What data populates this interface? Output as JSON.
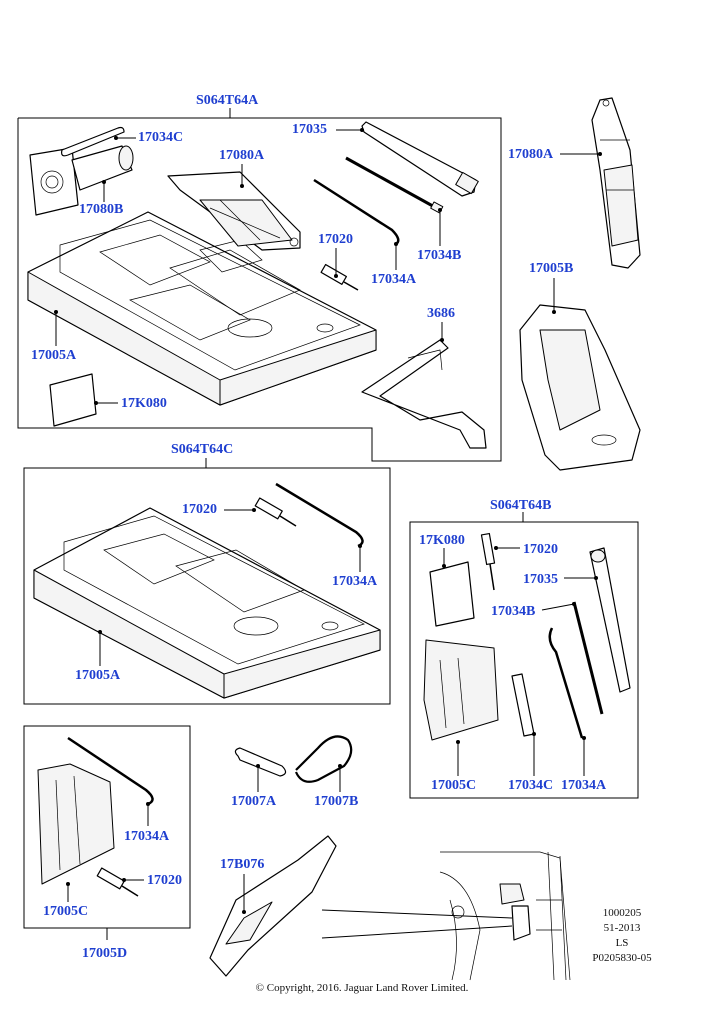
{
  "groups": {
    "g1": "S064T64A",
    "g2": "S064T64C",
    "g3": "S064T64B",
    "g4": "17005D"
  },
  "labels": {
    "a_17034C": "17034C",
    "a_17080B": "17080B",
    "a_17080A": "17080A",
    "a_17035": "17035",
    "a_17020": "17020",
    "a_17034B": "17034B",
    "a_17034A": "17034A",
    "a_3686": "3686",
    "a_17005A": "17005A",
    "a_17K080": "17K080",
    "r_17080A": "17080A",
    "r_17005B": "17005B",
    "c_17020": "17020",
    "c_17034A": "17034A",
    "c_17005A": "17005A",
    "b_17K080": "17K080",
    "b_17020": "17020",
    "b_17035": "17035",
    "b_17034B": "17034B",
    "b_17005C": "17005C",
    "b_17034C": "17034C",
    "b_17034A": "17034A",
    "d_17034A": "17034A",
    "d_17020": "17020",
    "d_17005C": "17005C",
    "e_17007A": "17007A",
    "e_17007B": "17007B",
    "e_17B076": "17B076"
  },
  "meta": {
    "line1": "1000205",
    "line2": "51-2013",
    "line3": "LS",
    "line4": "P0205830-05"
  },
  "copyright": "© Copyright, 2016. Jaguar Land Rover Limited.",
  "colors": {
    "label": "#1f3fd0",
    "line": "#000000"
  }
}
